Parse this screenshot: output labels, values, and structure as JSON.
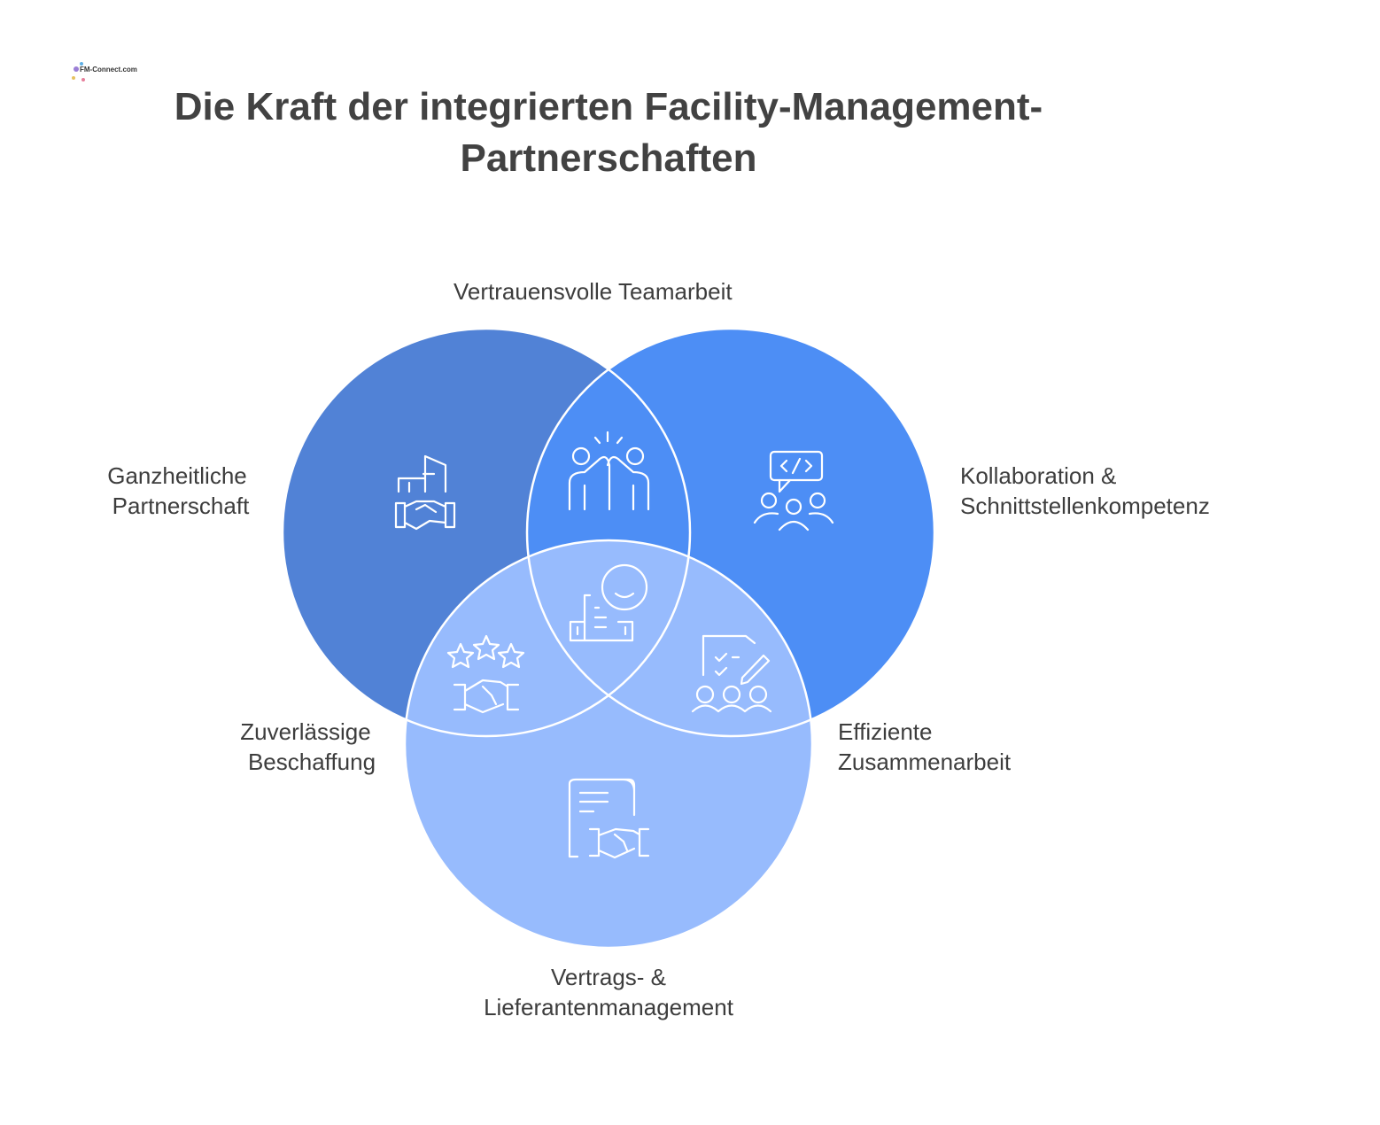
{
  "logo": {
    "text": "FM-Connect.com"
  },
  "title": {
    "line1": "Die Kraft der integrierten Facility-Management-",
    "line2": "Partnerschaften"
  },
  "colors": {
    "left_circle": "#5182D6",
    "right_circle": "#4D8EF5",
    "bottom_circle": "#97BBFD",
    "outline": "#FFFFFF"
  },
  "labels": {
    "top": "Vertrauensvolle Teamarbeit",
    "left": [
      "Ganzheitliche",
      "Partnerschaft"
    ],
    "right": [
      "Kollaboration &",
      "Schnittstellenkompetenz"
    ],
    "bottom_left": [
      "Zuverlässige",
      "Beschaffung"
    ],
    "bottom_right": [
      "Effiziente",
      "Zusammenarbeit"
    ],
    "bottom": [
      "Vertrags- &",
      "Lieferantenmanagement"
    ]
  },
  "icons": {
    "left": "building-handshake-icon",
    "top_overlap": "high-five-icon",
    "right": "code-chat-team-icon",
    "center": "smiley-building-icon",
    "bottom_left_overlap": "stars-handshake-icon",
    "bottom_right_overlap": "checklist-team-icon",
    "bottom": "contract-handshake-icon"
  }
}
